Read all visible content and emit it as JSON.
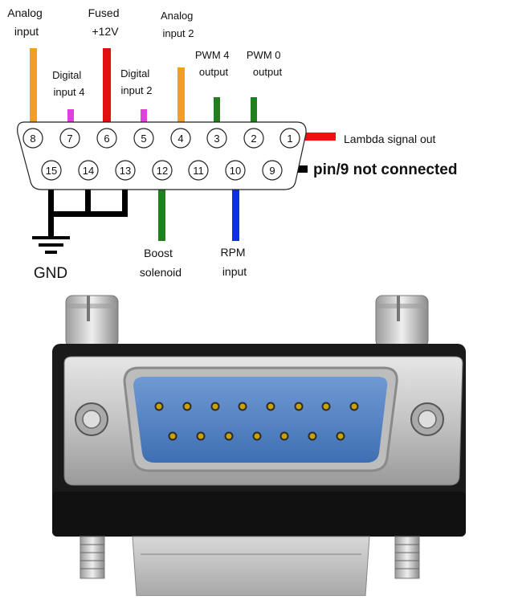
{
  "labels": {
    "analog_input_1": [
      "Analog",
      "input"
    ],
    "fused_12v": [
      "Fused",
      "+12V"
    ],
    "analog_input_2": [
      "Analog",
      "input 2"
    ],
    "digital_input_4": [
      "Digital",
      "input 4"
    ],
    "digital_input_2": [
      "Digital",
      "input 2"
    ],
    "pwm4_output": [
      "PWM 4",
      "output"
    ],
    "pwm0_output": [
      "PWM 0",
      "output"
    ],
    "lambda_signal_out": "Lambda signal out",
    "pin9_not_connected": "pin/9 not connected",
    "gnd": "GND",
    "boost_solenoid": [
      "Boost",
      "solenoid"
    ],
    "rpm_input": [
      "RPM",
      "input"
    ]
  },
  "pins_top_row": [
    "8",
    "7",
    "6",
    "5",
    "4",
    "3",
    "2",
    "1"
  ],
  "pins_bottom_row": [
    "15",
    "14",
    "13",
    "12",
    "11",
    "10",
    "9"
  ],
  "wire_colors": {
    "analog": "#f0a020",
    "fused_12v": "#e01010",
    "digital": "#e040e0",
    "pwm": "#208020",
    "lambda": "#ee1111",
    "pin9": "#000000",
    "gnd": "#000000",
    "boost": "#208020",
    "rpm": "#1030e0"
  },
  "connector_colors": {
    "body": "#1a1a1a",
    "shell": "#c9c9c9",
    "insulator": "#4d7fc1"
  }
}
